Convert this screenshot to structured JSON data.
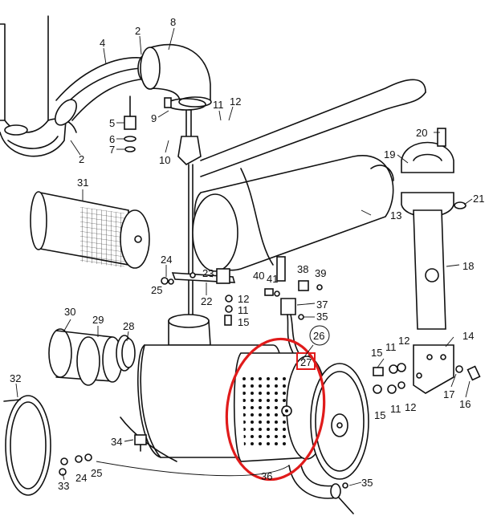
{
  "colors": {
    "line": "#111111",
    "background": "#ffffff",
    "highlight": "#e01b1b"
  },
  "labels": [
    {
      "id": "l2a",
      "text": "2"
    },
    {
      "id": "l8",
      "text": "8"
    },
    {
      "id": "l4",
      "text": "4"
    },
    {
      "id": "l5",
      "text": "5"
    },
    {
      "id": "l6",
      "text": "6"
    },
    {
      "id": "l7",
      "text": "7"
    },
    {
      "id": "l2b",
      "text": "2"
    },
    {
      "id": "l9",
      "text": "9"
    },
    {
      "id": "l11a",
      "text": "11"
    },
    {
      "id": "l12a",
      "text": "12"
    },
    {
      "id": "l10",
      "text": "10"
    },
    {
      "id": "l20",
      "text": "20"
    },
    {
      "id": "l19",
      "text": "19"
    },
    {
      "id": "l21",
      "text": "21"
    },
    {
      "id": "l31",
      "text": "31"
    },
    {
      "id": "l13",
      "text": "13"
    },
    {
      "id": "l18",
      "text": "18"
    },
    {
      "id": "l24a",
      "text": "24"
    },
    {
      "id": "l25a",
      "text": "25"
    },
    {
      "id": "l23",
      "text": "23"
    },
    {
      "id": "l38",
      "text": "38"
    },
    {
      "id": "l39",
      "text": "39"
    },
    {
      "id": "l40",
      "text": "40"
    },
    {
      "id": "l41",
      "text": "41"
    },
    {
      "id": "l22",
      "text": "22"
    },
    {
      "id": "l12b",
      "text": "12"
    },
    {
      "id": "l11b",
      "text": "11"
    },
    {
      "id": "l15a",
      "text": "15"
    },
    {
      "id": "l37",
      "text": "37"
    },
    {
      "id": "l35a",
      "text": "35"
    },
    {
      "id": "l30",
      "text": "30"
    },
    {
      "id": "l29",
      "text": "29"
    },
    {
      "id": "l28",
      "text": "28"
    },
    {
      "id": "l26",
      "text": "26"
    },
    {
      "id": "l27",
      "text": "27"
    },
    {
      "id": "l14",
      "text": "14"
    },
    {
      "id": "l15b",
      "text": "15"
    },
    {
      "id": "l11c",
      "text": "11"
    },
    {
      "id": "l12c",
      "text": "12"
    },
    {
      "id": "l17",
      "text": "17"
    },
    {
      "id": "l16",
      "text": "16"
    },
    {
      "id": "l15c",
      "text": "15"
    },
    {
      "id": "l11d",
      "text": "11"
    },
    {
      "id": "l12d",
      "text": "12"
    },
    {
      "id": "l32",
      "text": "32"
    },
    {
      "id": "l34",
      "text": "34"
    },
    {
      "id": "l33",
      "text": "33"
    },
    {
      "id": "l24b",
      "text": "24"
    },
    {
      "id": "l25b",
      "text": "25"
    },
    {
      "id": "l36",
      "text": "36"
    },
    {
      "id": "l35b",
      "text": "35"
    }
  ]
}
